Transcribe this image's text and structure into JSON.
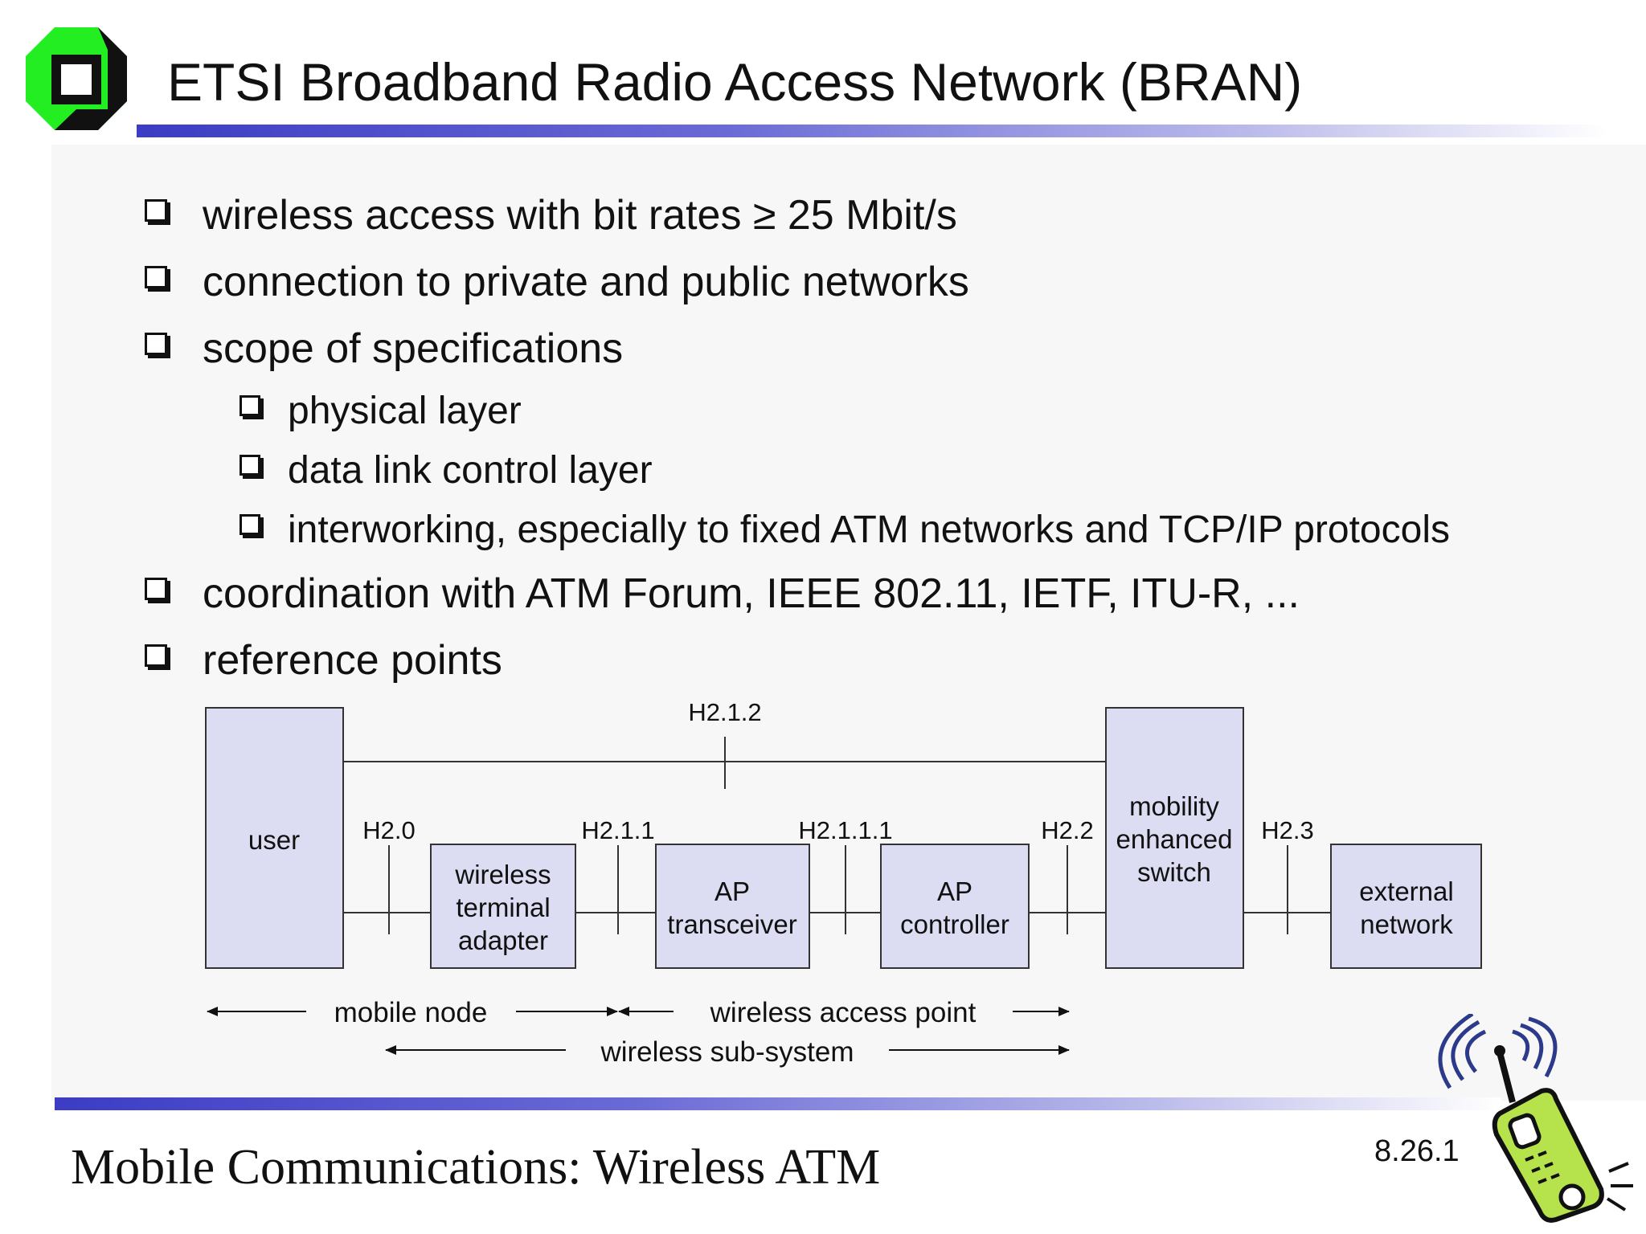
{
  "title": "ETSI Broadband Radio Access Network (BRAN)",
  "bullets": [
    {
      "text": "wireless access with bit rates ≥ 25 Mbit/s",
      "level": 1
    },
    {
      "text": "connection to private and public networks",
      "level": 1
    },
    {
      "text": "scope of specifications",
      "level": 1
    },
    {
      "text": "physical layer",
      "level": 2
    },
    {
      "text": "data link control layer",
      "level": 2
    },
    {
      "text": "interworking, especially to fixed ATM networks and TCP/IP protocols",
      "level": 2
    },
    {
      "text": "coordination with ATM Forum, IEEE 802.11, IETF, ITU-R, ...",
      "level": 1
    },
    {
      "text": "reference points",
      "level": 1
    }
  ],
  "diagram": {
    "boxes": {
      "user": [
        "user"
      ],
      "wta": [
        "wireless",
        "terminal",
        "adapter"
      ],
      "apt": [
        "AP",
        "transceiver"
      ],
      "apc": [
        "AP",
        "controller"
      ],
      "mes": [
        "mobility",
        "enhanced",
        "switch"
      ],
      "ext": [
        "external",
        "network"
      ]
    },
    "refs": {
      "h212": "H2.1.2",
      "h20": "H2.0",
      "h211": "H2.1.1",
      "h2111": "H2.1.1.1",
      "h22": "H2.2",
      "h23": "H2.3"
    },
    "spans": {
      "mobile_node": "mobile node",
      "wireless_access_point": "wireless access point",
      "wireless_subsystem": "wireless sub-system"
    },
    "box_fill": "#dcdcf2"
  },
  "footer": {
    "course": "Mobile Communications: Wireless ATM",
    "page": "8.26.1"
  }
}
